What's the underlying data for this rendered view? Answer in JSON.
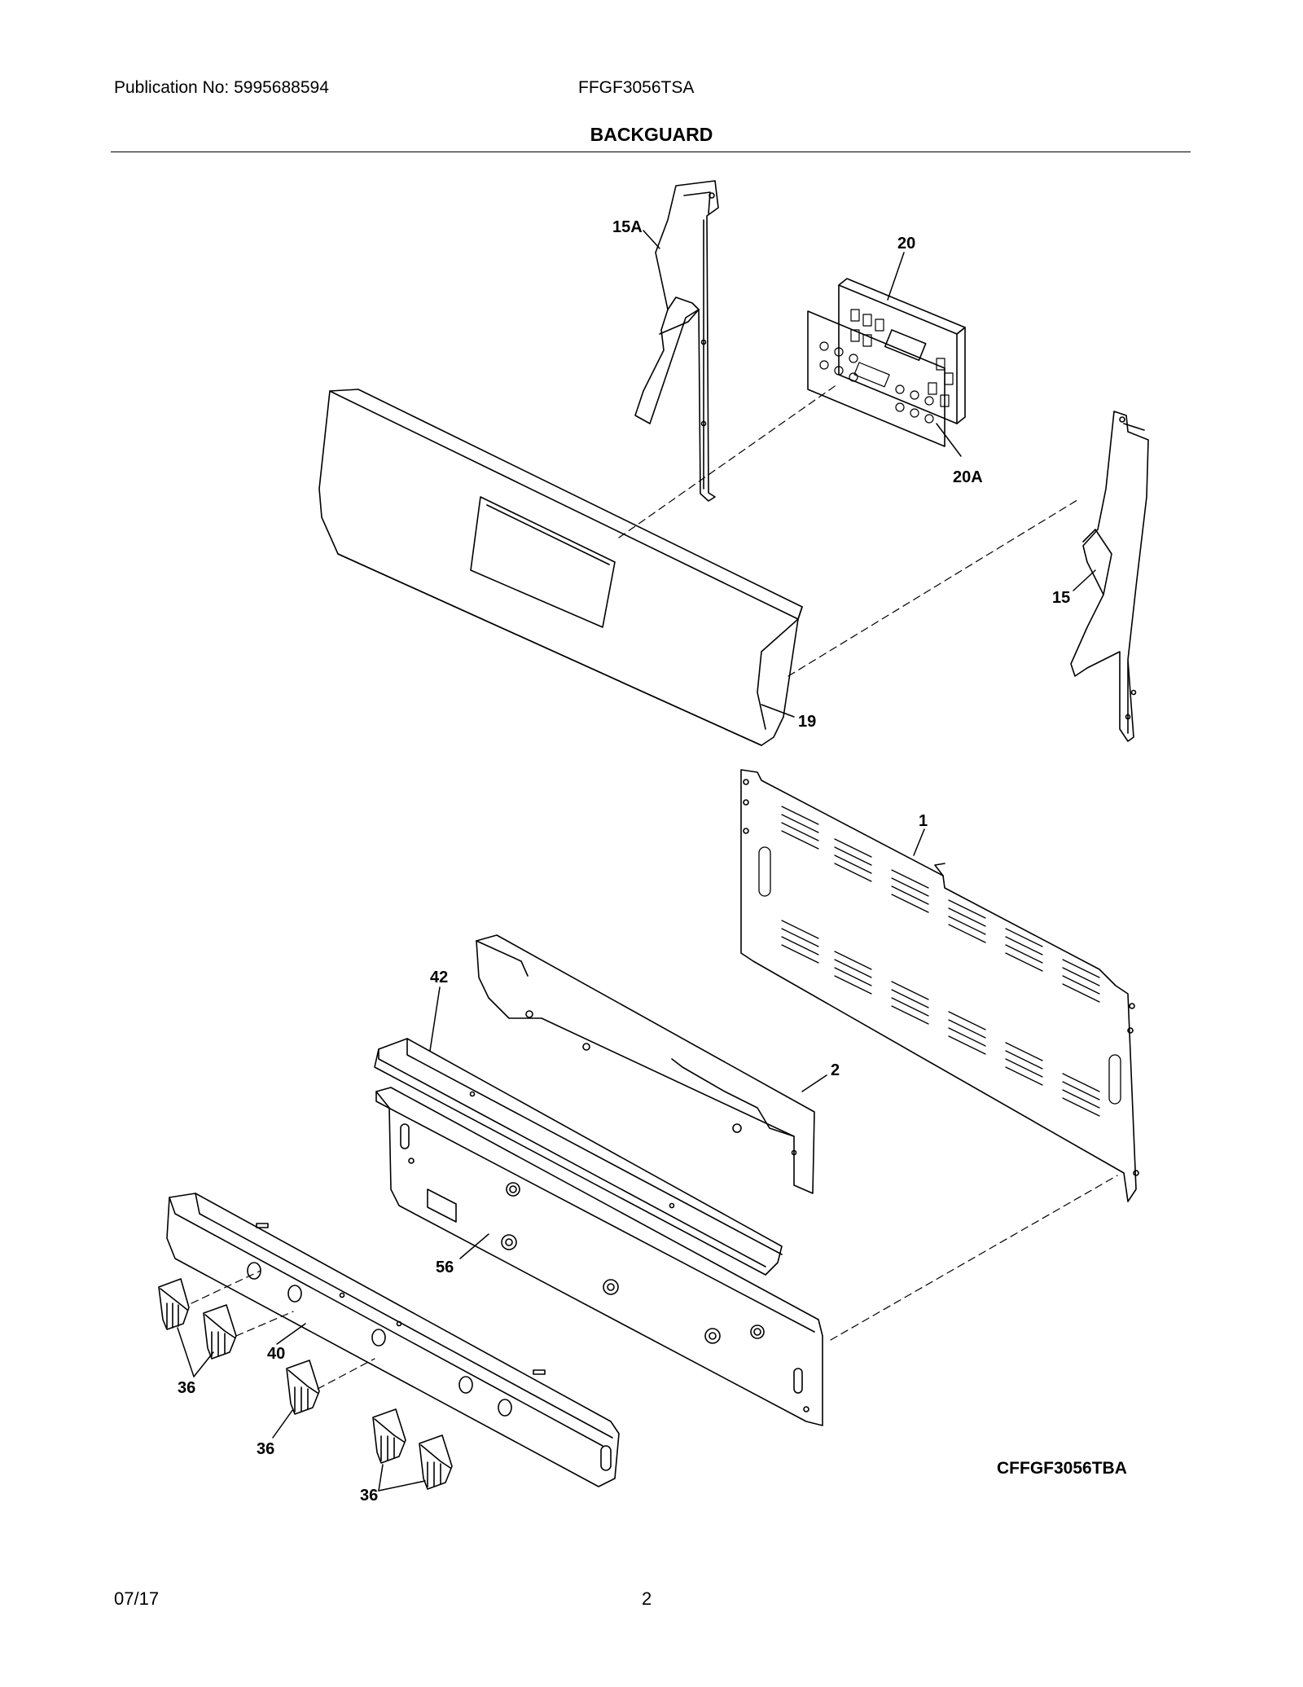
{
  "header": {
    "publication": "Publication No: 5995688594",
    "model": "FFGF3056TSA"
  },
  "title": "BACKGUARD",
  "parts": [
    {
      "id": "15A",
      "label": "15A"
    },
    {
      "id": "20",
      "label": "20"
    },
    {
      "id": "20A",
      "label": "20A"
    },
    {
      "id": "15",
      "label": "15"
    },
    {
      "id": "19",
      "label": "19"
    },
    {
      "id": "1",
      "label": "1"
    },
    {
      "id": "42",
      "label": "42"
    },
    {
      "id": "2",
      "label": "2"
    },
    {
      "id": "56",
      "label": "56"
    },
    {
      "id": "40",
      "label": "40"
    },
    {
      "id": "36a",
      "label": "36"
    },
    {
      "id": "36b",
      "label": "36"
    },
    {
      "id": "36c",
      "label": "36"
    }
  ],
  "diagram_code": "CFFGF3056TBA",
  "footer": {
    "date": "07/17",
    "page": "2"
  }
}
